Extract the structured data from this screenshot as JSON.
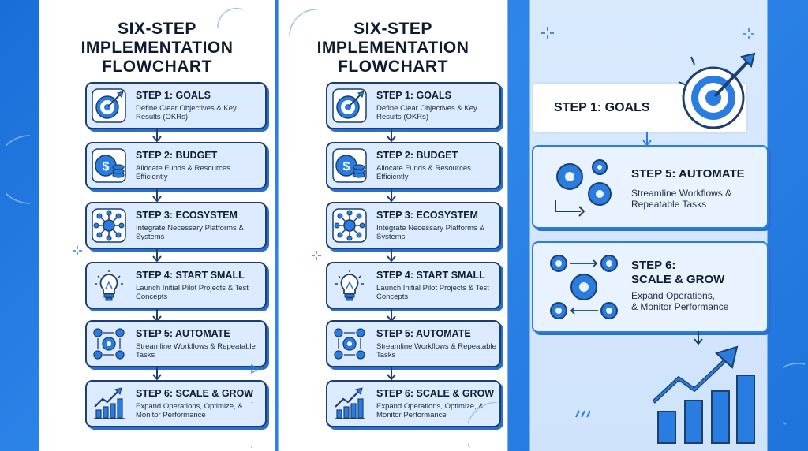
{
  "colors": {
    "accent": "#2a7de0",
    "dark": "#1d3f6e",
    "card_bg": "#dcebff",
    "background": "#1f74dc"
  },
  "title": {
    "line1": "SIX-STEP",
    "line2": "IMPLEMENTATION",
    "line3": "FLOWCHART"
  },
  "steps": [
    {
      "head": "STEP 1: GOALS",
      "sub": "Define Clear Objectives & Key Results (OKRs)",
      "icon": "target-icon"
    },
    {
      "head": "STEP 2: BUDGET",
      "sub": "Allocate Funds & Resources Efficiently",
      "icon": "dollar-coins-icon"
    },
    {
      "head": "STEP 3: ECOSYSTEM",
      "sub": "Integrate Necessary Platforms & Systems",
      "icon": "network-hub-icon"
    },
    {
      "head": "STEP 4: START SMALL",
      "sub": "Launch Initial Pilot Projects & Test Concepts",
      "icon": "lightbulb-icon"
    },
    {
      "head": "STEP 5: AUTOMATE",
      "sub": "Streamline Workflows & Repeatable Tasks",
      "icon": "gears-icon"
    },
    {
      "head": "STEP 6: SCALE & GROW",
      "sub": "Expand Operations, Optimize, & Monitor Performance",
      "icon": "growth-chart-icon"
    }
  ],
  "zoom_panel": {
    "step1": "STEP 1: GOALS",
    "step5_head": "STEP 5: AUTOMATE",
    "step5_sub": "Streamline Workflows & Repeatable Tasks",
    "step6_head_line1": "STEP 6:",
    "step6_head_line2": "SCALE & GROW",
    "step6_sub_line1": "Expand Operations,",
    "step6_sub_line2": "& Monitor Performance"
  }
}
